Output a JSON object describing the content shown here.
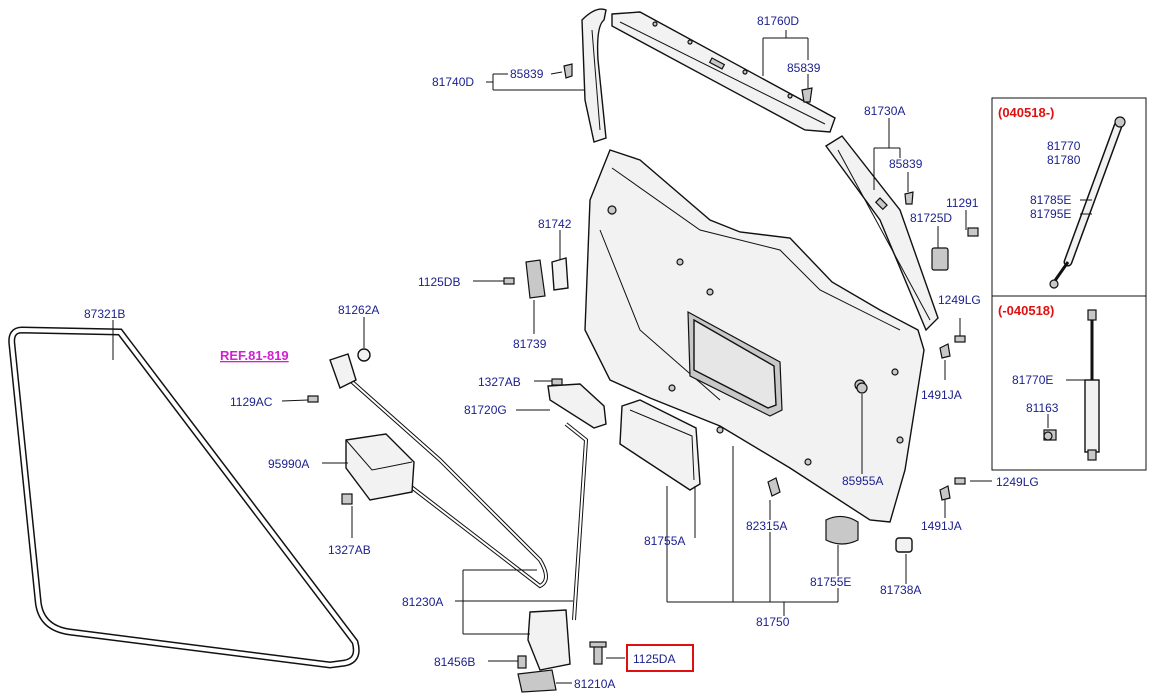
{
  "inset": {
    "top_header": "(040518-)",
    "bottom_header": "(-040518)"
  },
  "reference": {
    "label": "REF.81-819"
  },
  "parts": {
    "p87321B": "87321B",
    "p81262A": "81262A",
    "p1129AC": "1129AC",
    "p95990A": "95990A",
    "p1327AB_left": "1327AB",
    "p81230A": "81230A",
    "p81456B": "81456B",
    "p81210A": "81210A",
    "p1125DA": "1125DA",
    "p81740D": "81740D",
    "p85839_left": "85839",
    "p81760D": "81760D",
    "p85839_top": "85839",
    "p81730A": "81730A",
    "p85839_right": "85839",
    "p11291": "11291",
    "p81725D": "81725D",
    "p81742": "81742",
    "p1125DB": "1125DB",
    "p81739": "81739",
    "p1327AB_center": "1327AB",
    "p81720G": "81720G",
    "p1249LG_upper": "1249LG",
    "p1491JA_upper": "1491JA",
    "p85955A": "85955A",
    "p1249LG_lower": "1249LG",
    "p1491JA_lower": "1491JA",
    "p82315A": "82315A",
    "p81755A": "81755A",
    "p81755E": "81755E",
    "p81738A": "81738A",
    "p81750": "81750",
    "p81770": "81770",
    "p81780": "81780",
    "p81785E": "81785E",
    "p81795E": "81795E",
    "p81770E": "81770E",
    "p81163": "81163"
  },
  "colors": {
    "label_text": "#1a1f8c",
    "inset_header": "#e01010",
    "reference_text": "#d020d0",
    "highlight_box": "#e01010"
  }
}
